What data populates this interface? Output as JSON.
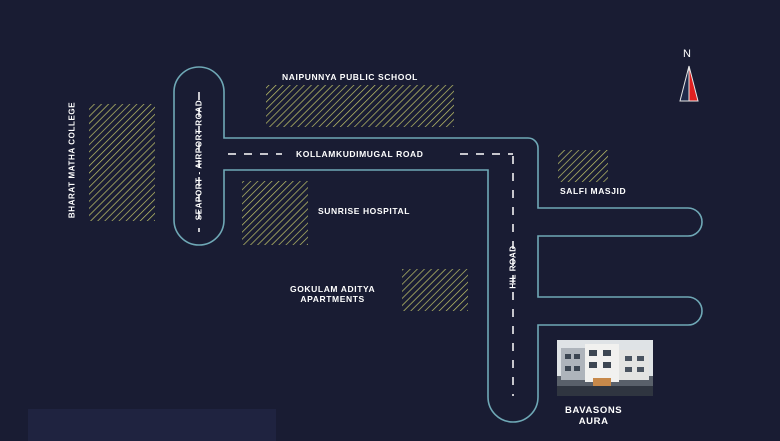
{
  "colors": {
    "background": "#191c33",
    "road_outline": "#6fa8b6",
    "dash": "#ffffff",
    "hatch": "#c2c66a",
    "compass_needle": "#e02020",
    "text": "#ffffff"
  },
  "compass": {
    "label": "N",
    "icon": "north-arrow-icon"
  },
  "roads": {
    "seaport_airport": "SEAPORT - AIRPORT ROAD",
    "kollamkudimugal": "KOLLAMKUDIMUGAL ROAD",
    "hil": "HIL ROAD"
  },
  "landmarks": {
    "naipunnya": "NAIPUNNYA PUBLIC SCHOOL",
    "bharat_matha": "BHARAT MATHA COLLEGE",
    "sunrise": "SUNRISE HOSPITAL",
    "gokulam_line1": "GOKULAM ADITYA",
    "gokulam_line2": "APARTMENTS",
    "salfi": "SALFI MASJID"
  },
  "destination": {
    "line1": "BAVASONS",
    "line2": "AURA",
    "image_icon": "building-photo"
  }
}
